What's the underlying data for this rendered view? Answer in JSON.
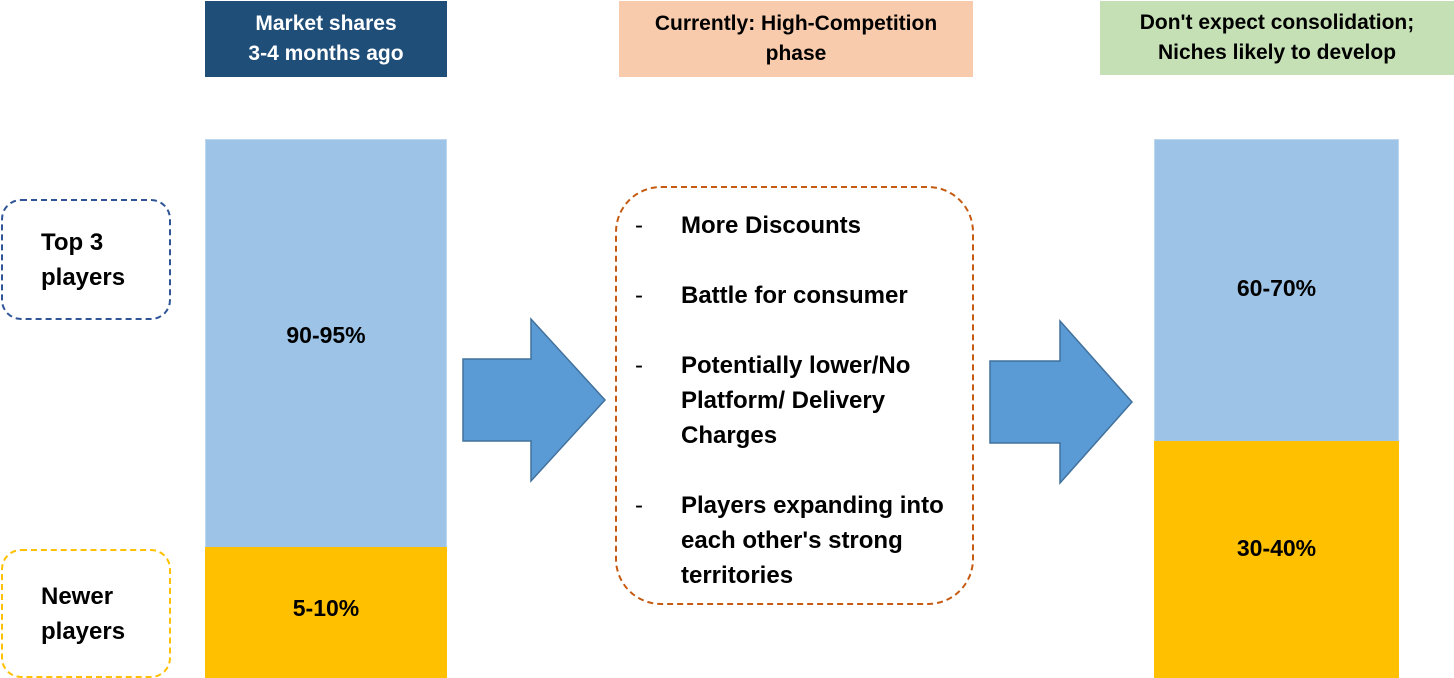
{
  "headers": {
    "left": [
      "Market shares",
      "3-4 months ago"
    ],
    "middle": [
      "Currently: High-Competition",
      "phase"
    ],
    "right": [
      "Don't expect consolidation;",
      "Niches likely to develop"
    ]
  },
  "legend": {
    "top": [
      "Top 3",
      "players"
    ],
    "bottom": [
      "Newer",
      "players"
    ]
  },
  "bars": {
    "left": {
      "top_label": "90-95%",
      "bottom_label": "5-10%",
      "bottom_share": 0.24
    },
    "right": {
      "top_label": "60-70%",
      "bottom_label": "30-40%",
      "bottom_share": 0.42
    }
  },
  "center": {
    "bullet_marker": "-",
    "bullets": [
      "More Discounts",
      "Battle for consumer",
      "Potentially lower/No Platform/ Delivery Charges",
      "Players expanding into each other's strong territories"
    ]
  },
  "colors": {
    "header_left_bg": "#1F4E79",
    "header_left_text": "#FFFFFF",
    "header_middle_bg": "#F8CBAD",
    "header_right_bg": "#C5E0B4",
    "top_players": "#9DC3E6",
    "newer_players": "#FFC000",
    "arrow_fill": "#5B9BD5",
    "arrow_stroke": "#41719C",
    "center_border": "#C55A11",
    "top_legend_border": "#2F5597",
    "bottom_legend_border": "#FFC000"
  }
}
